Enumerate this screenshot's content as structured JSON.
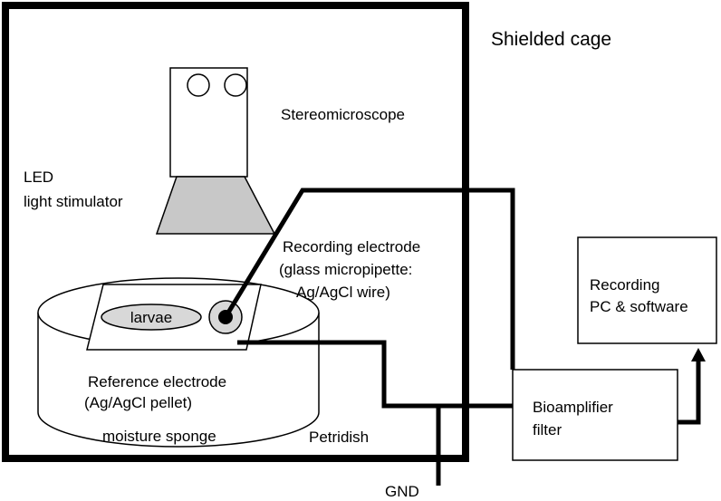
{
  "labels": {
    "cage": "Shielded cage",
    "microscope": "Stereomicroscope",
    "led_line1": "LED",
    "led_line2": "light stimulator",
    "rec_electrode_line1": "Recording electrode",
    "rec_electrode_line2": "(glass micropipette:",
    "rec_electrode_line3": "Ag/AgCl wire)",
    "larvae": "larvae",
    "ref_electrode_line1": "Reference electrode",
    "ref_electrode_line2": "(Ag/AgCl pellet)",
    "sponge": "moisture sponge",
    "petridish": "Petridish",
    "pc_line1": "Recording",
    "pc_line2": "PC & software",
    "amp_line1": "Bioamplifier",
    "amp_line2": "filter",
    "gnd": "GND"
  },
  "colors": {
    "line": "#000000",
    "lens_fill": "#c8c8c8",
    "background": "#ffffff"
  }
}
